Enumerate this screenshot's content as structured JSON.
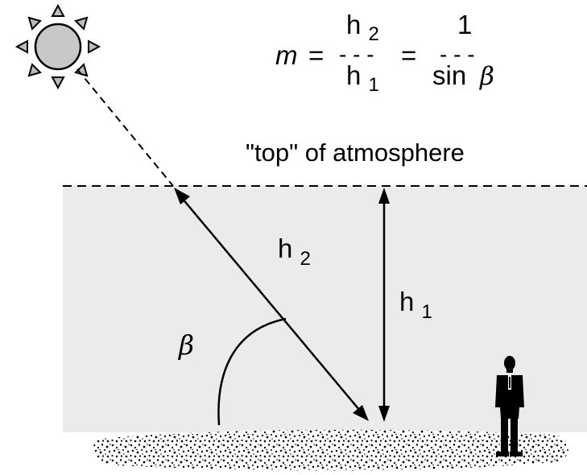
{
  "equation": {
    "lhs": "m",
    "equals": "=",
    "num1": "h",
    "num1_sub": "2",
    "den1": "h",
    "den1_sub": "1",
    "num2": "1",
    "den2": "sin",
    "den2_var": "β",
    "fraction_bar": "- - -"
  },
  "labels": {
    "atmosphere_top": "\"top\" of atmosphere",
    "h2": "h",
    "h2_sub": "2",
    "h1": "h",
    "h1_sub": "1",
    "beta": "β"
  },
  "colors": {
    "atmosphere": "#ebebeb",
    "sun": "#c8c8c8",
    "ink": "#000000"
  },
  "icons": {
    "sun": "sun-icon",
    "person": "person-icon"
  }
}
